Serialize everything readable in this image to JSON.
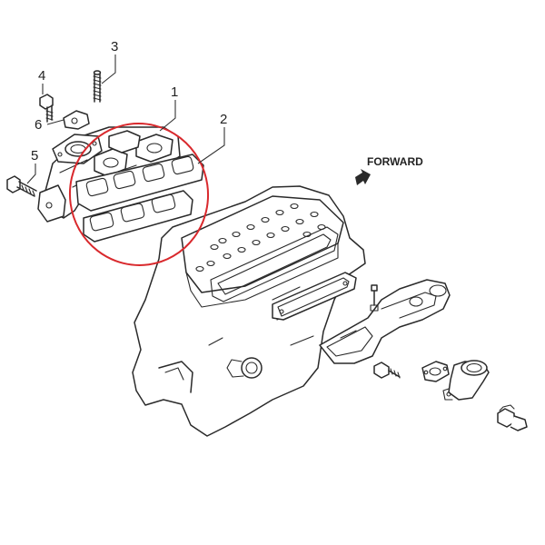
{
  "diagram": {
    "direction_label": "FORWARD",
    "callouts": [
      {
        "id": "1",
        "label": "1"
      },
      {
        "id": "2",
        "label": "2"
      },
      {
        "id": "3",
        "label": "3"
      },
      {
        "id": "4",
        "label": "4"
      },
      {
        "id": "5",
        "label": "5"
      },
      {
        "id": "6",
        "label": "6"
      }
    ],
    "highlight_color": "#d9292d",
    "line_color": "#2a2a2a"
  }
}
